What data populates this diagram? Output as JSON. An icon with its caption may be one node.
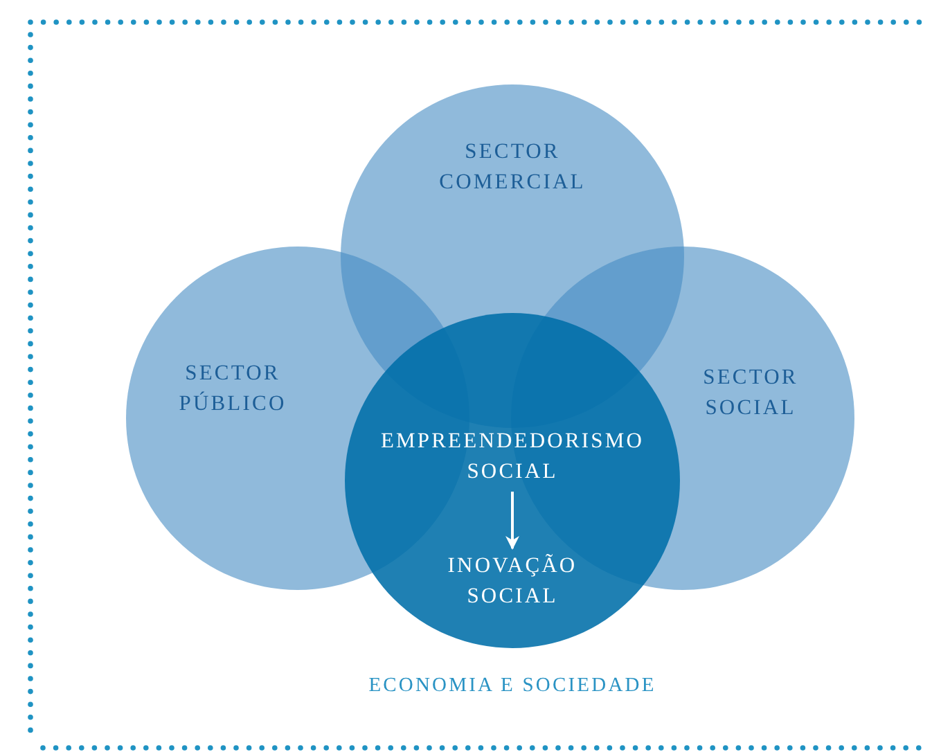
{
  "diagram": {
    "nodes": [
      {
        "text": [
          "SECTOR COMERCIAL"
        ]
      },
      {
        "text": [
          "SECTOR PÚBLICO"
        ]
      },
      {
        "text": [
          "SECTOR SOCIAL"
        ]
      },
      {
        "text": [],
        "shape": "circle"
      },
      {
        "text": [
          "EMPREENDEDORISMO SOCIAL"
        ],
        "in": 3
      },
      {
        "text": [
          "INOVAÇÃO SOCIAL"
        ],
        "in": 3
      }
    ],
    "edges": [
      {
        "from": 4,
        "to": 5,
        "arrow": "to"
      }
    ],
    "labels": [
      "ECONOMIA E SOCIEDADE"
    ]
  }
}
